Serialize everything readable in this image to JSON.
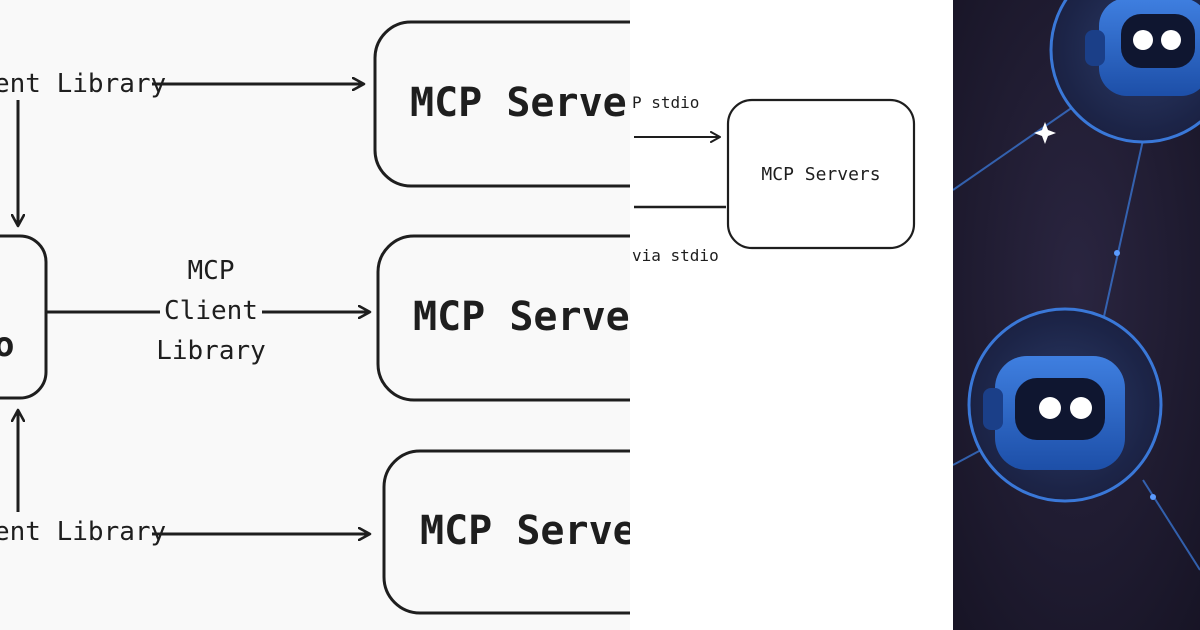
{
  "left_panel": {
    "top_arrow_label": "ent Library",
    "middle_arrow_label": [
      "MCP",
      "Client",
      "Library"
    ],
    "bottom_arrow_label": "ent Library",
    "server_boxes": [
      "MCP Serve",
      "MCP Serve",
      "MCP Serve"
    ],
    "host_box_label": "o"
  },
  "middle_panel": {
    "top_arrow_label": "P stdio",
    "bottom_arrow_label": "via stdio",
    "server_box": "MCP Servers"
  },
  "right_panel": {
    "background_color": "#1e1a2c",
    "accent_color": "#3a78d8",
    "robot_count": 2
  }
}
